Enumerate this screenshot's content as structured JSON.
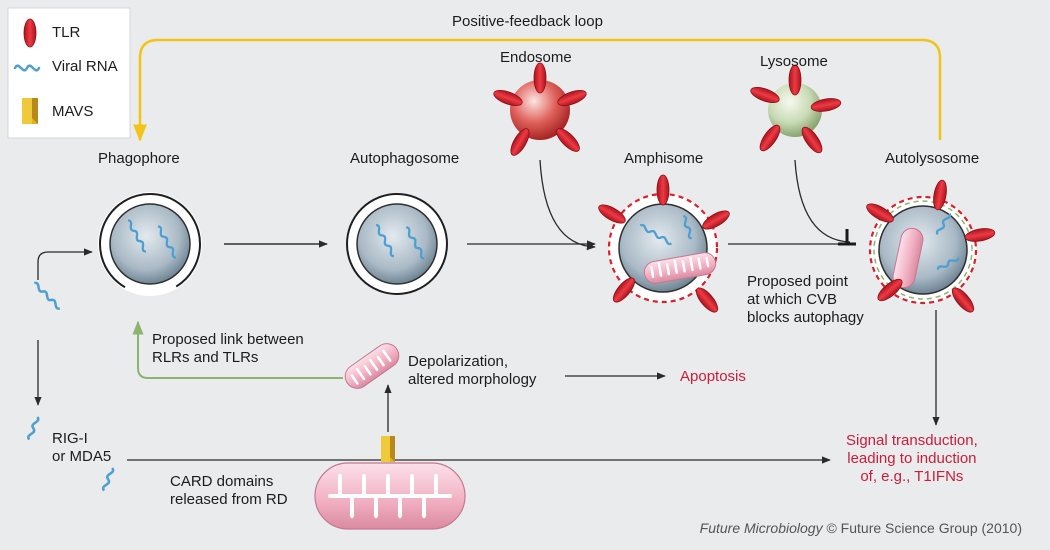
{
  "legend": {
    "tlr": "TLR",
    "viral_rna": "Viral RNA",
    "mavs": "MAVS"
  },
  "labels": {
    "feedback": "Positive-feedback loop",
    "phagophore": "Phagophore",
    "autophagosome": "Autophagosome",
    "endosome": "Endosome",
    "lysosome": "Lysosome",
    "amphisome": "Amphisome",
    "autolysosome": "Autolysosome",
    "cvb_block_1": "Proposed point",
    "cvb_block_2": "at which CVB",
    "cvb_block_3": "blocks autophagy",
    "link_1": "Proposed link between",
    "link_2": "RLRs and TLRs",
    "depol_1": "Depolarization,",
    "depol_2": "altered morphology",
    "apoptosis": "Apoptosis",
    "rig_1": "RIG-I",
    "rig_2": "or MDA5",
    "card_1": "CARD domains",
    "card_2": "released from RD",
    "signal_1": "Signal transduction,",
    "signal_2": "leading to induction",
    "signal_3": "of, e.g., T1IFNs"
  },
  "credit": {
    "journal": "Future Microbiology",
    "rest": "© Future Science Group (2010)"
  },
  "colors": {
    "background": "#e9ebec",
    "feedback_line": "#f2c418",
    "green_arrow": "#8fb36e",
    "tlr_red": "#d8202e",
    "endosome": "#d9423f",
    "lysosome": "#c7d9b3",
    "vesicle_fill": "#b7c5cf",
    "rna_blue": "#4f9fd0",
    "mito_pink": "#f2b3c4",
    "mavs_gold": "#e0b320",
    "accent_red_text": "#c81e3c"
  }
}
